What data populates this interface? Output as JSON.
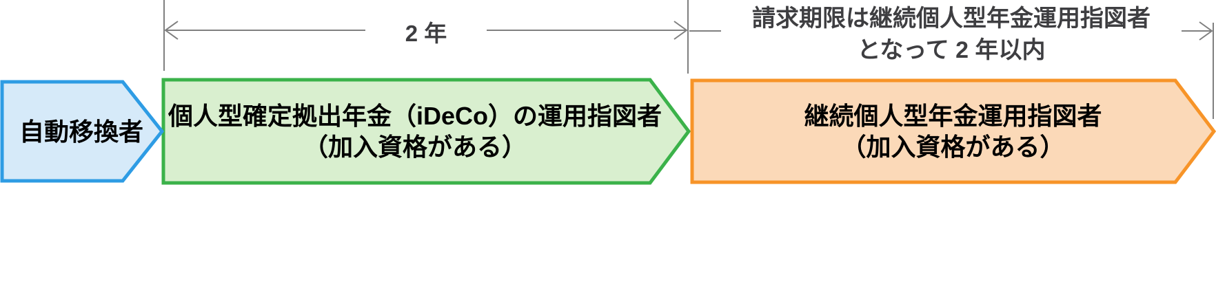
{
  "colors": {
    "background": "#ffffff",
    "dimension_line": "#7f7f7f",
    "annotation_text": "#3e3e41",
    "stage_text": "#000000"
  },
  "timeline": {
    "period_label": "2 年",
    "claim_deadline_line1": "請求期限は継続個人型年金運用指図者",
    "claim_deadline_line2": "となって 2 年以内"
  },
  "stages": [
    {
      "id": "automatic-transferee",
      "line1": "自動移換者",
      "fill": "#d6eaf9",
      "border": "#2e9ce4"
    },
    {
      "id": "ideco-investment-instructor",
      "line1": "個人型確定拠出年金（iDeCo）の運用指図者",
      "line2": "（加入資格がある）",
      "fill": "#d9efcf",
      "border": "#3bb24a"
    },
    {
      "id": "continuing-investment-instructor",
      "line1": "継続個人型年金運用指図者",
      "line2": "（加入資格がある）",
      "fill": "#fbd9b8",
      "border": "#f79428"
    }
  ]
}
